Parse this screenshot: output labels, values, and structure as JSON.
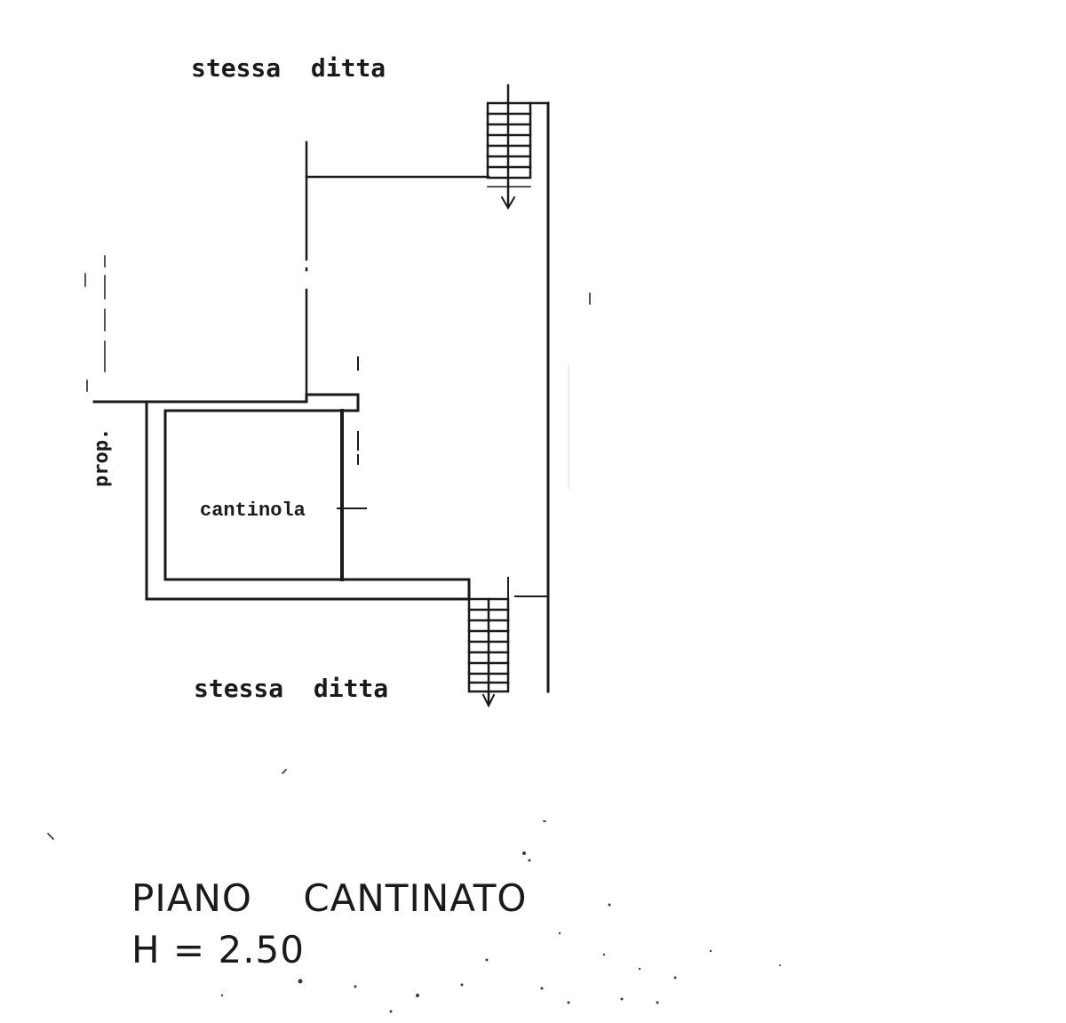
{
  "labels": {
    "top_neighbor": "stessa  ditta",
    "bottom_neighbor": "stessa  ditta",
    "room": "cantinola",
    "side": "prop."
  },
  "title": {
    "floor": "PIANO    CANTINATO",
    "height": "H = 2.50"
  },
  "colors": {
    "ink": "#1a1a1a",
    "paper": "#ffffff"
  }
}
